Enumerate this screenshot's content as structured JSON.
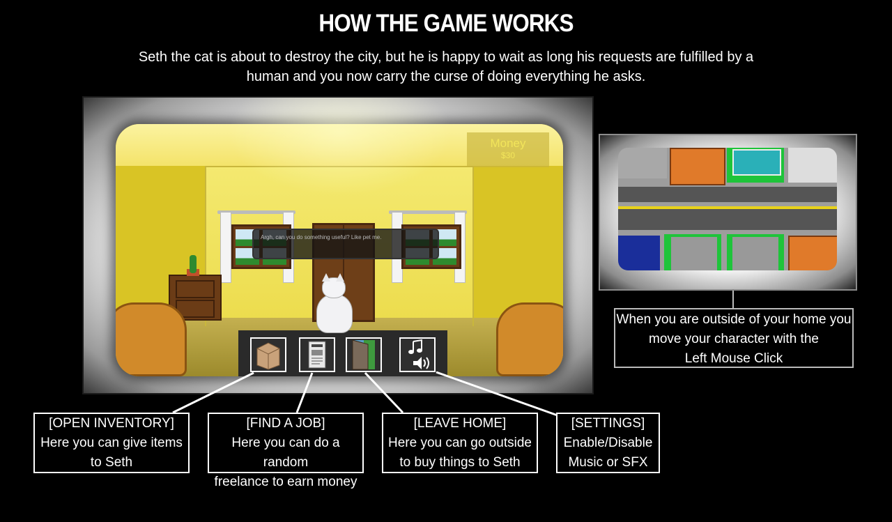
{
  "header": {
    "title": "HOW THE GAME WORKS",
    "subtitle": "Seth the cat is about to destroy the city, but he is happy to wait as long his requests are fulfilled by a human and you now carry the curse of doing everything he asks."
  },
  "room": {
    "money_label": "Money",
    "money_value": "$30",
    "dialog_text": "Argh, can you do something useful? Like pet me."
  },
  "toolbar": {
    "buttons": [
      {
        "name": "inventory",
        "icon": "box-icon"
      },
      {
        "name": "find-job",
        "icon": "newspaper-icon"
      },
      {
        "name": "leave-home",
        "icon": "door-icon"
      },
      {
        "name": "settings",
        "icon": "music-note-icon / speaker-icon"
      }
    ]
  },
  "callouts": {
    "inventory": {
      "title": "[OPEN INVENTORY]",
      "line1": "Here you can give items",
      "line2": "to Seth"
    },
    "job": {
      "title": "[FIND A JOB]",
      "line1": "Here you can do a random",
      "line2": "freelance to earn money"
    },
    "leave": {
      "title": "[LEAVE HOME]",
      "line1": "Here you can go outside",
      "line2": "to buy things to Seth"
    },
    "settings": {
      "title": "[SETTINGS]",
      "line1": "Enable/Disable",
      "line2": "Music or SFX"
    }
  },
  "map_callout": {
    "line1": "When you are outside of your home you",
    "line2": "move your character with the",
    "line3": "Left Mouse Click"
  },
  "colors": {
    "background": "#000000",
    "room_wall": "#f4e970",
    "money_text": "#f2e55a",
    "road_line": "#e8d21a"
  }
}
